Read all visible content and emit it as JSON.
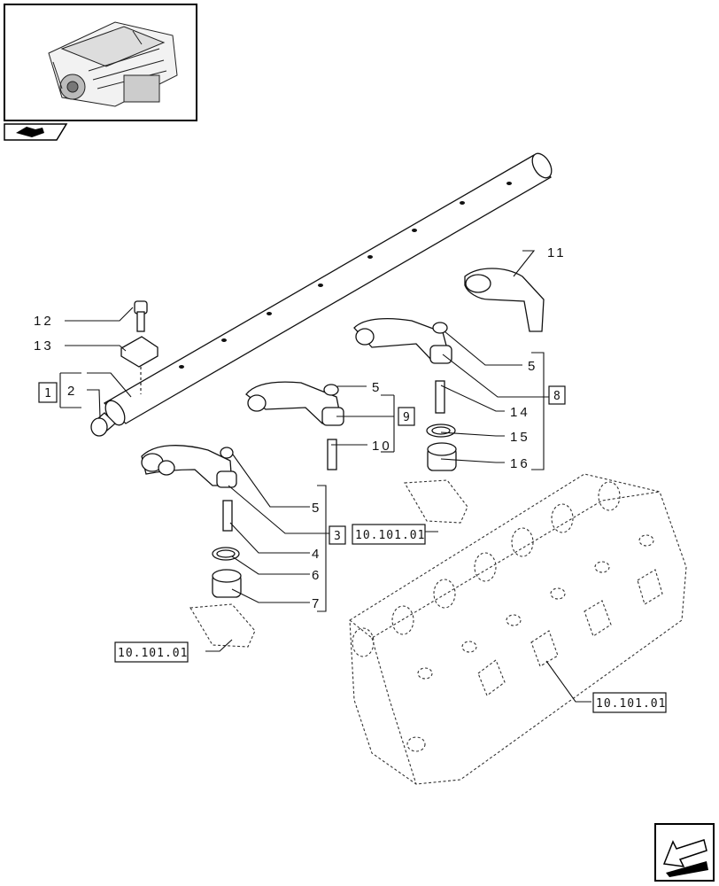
{
  "title": "",
  "labels": {
    "l2": "2",
    "l4": "4",
    "l5a": "5",
    "l5b": "5",
    "l5c": "5",
    "l6": "6",
    "l7": "7",
    "l10": "10",
    "l11": "11",
    "l12": "12",
    "l13": "13",
    "l14": "14",
    "l15": "15",
    "l16": "16"
  },
  "boxes": {
    "b1": "1",
    "b3": "3",
    "b8": "8",
    "b9": "9"
  },
  "refs": {
    "r1": "10.101.01",
    "r2": "10.101.01",
    "r3": "10.101.01"
  },
  "icons": {
    "thumbnail": "engine-thumbnail-icon",
    "section": "section-tab-icon",
    "next": "next-page-arrow-icon"
  }
}
